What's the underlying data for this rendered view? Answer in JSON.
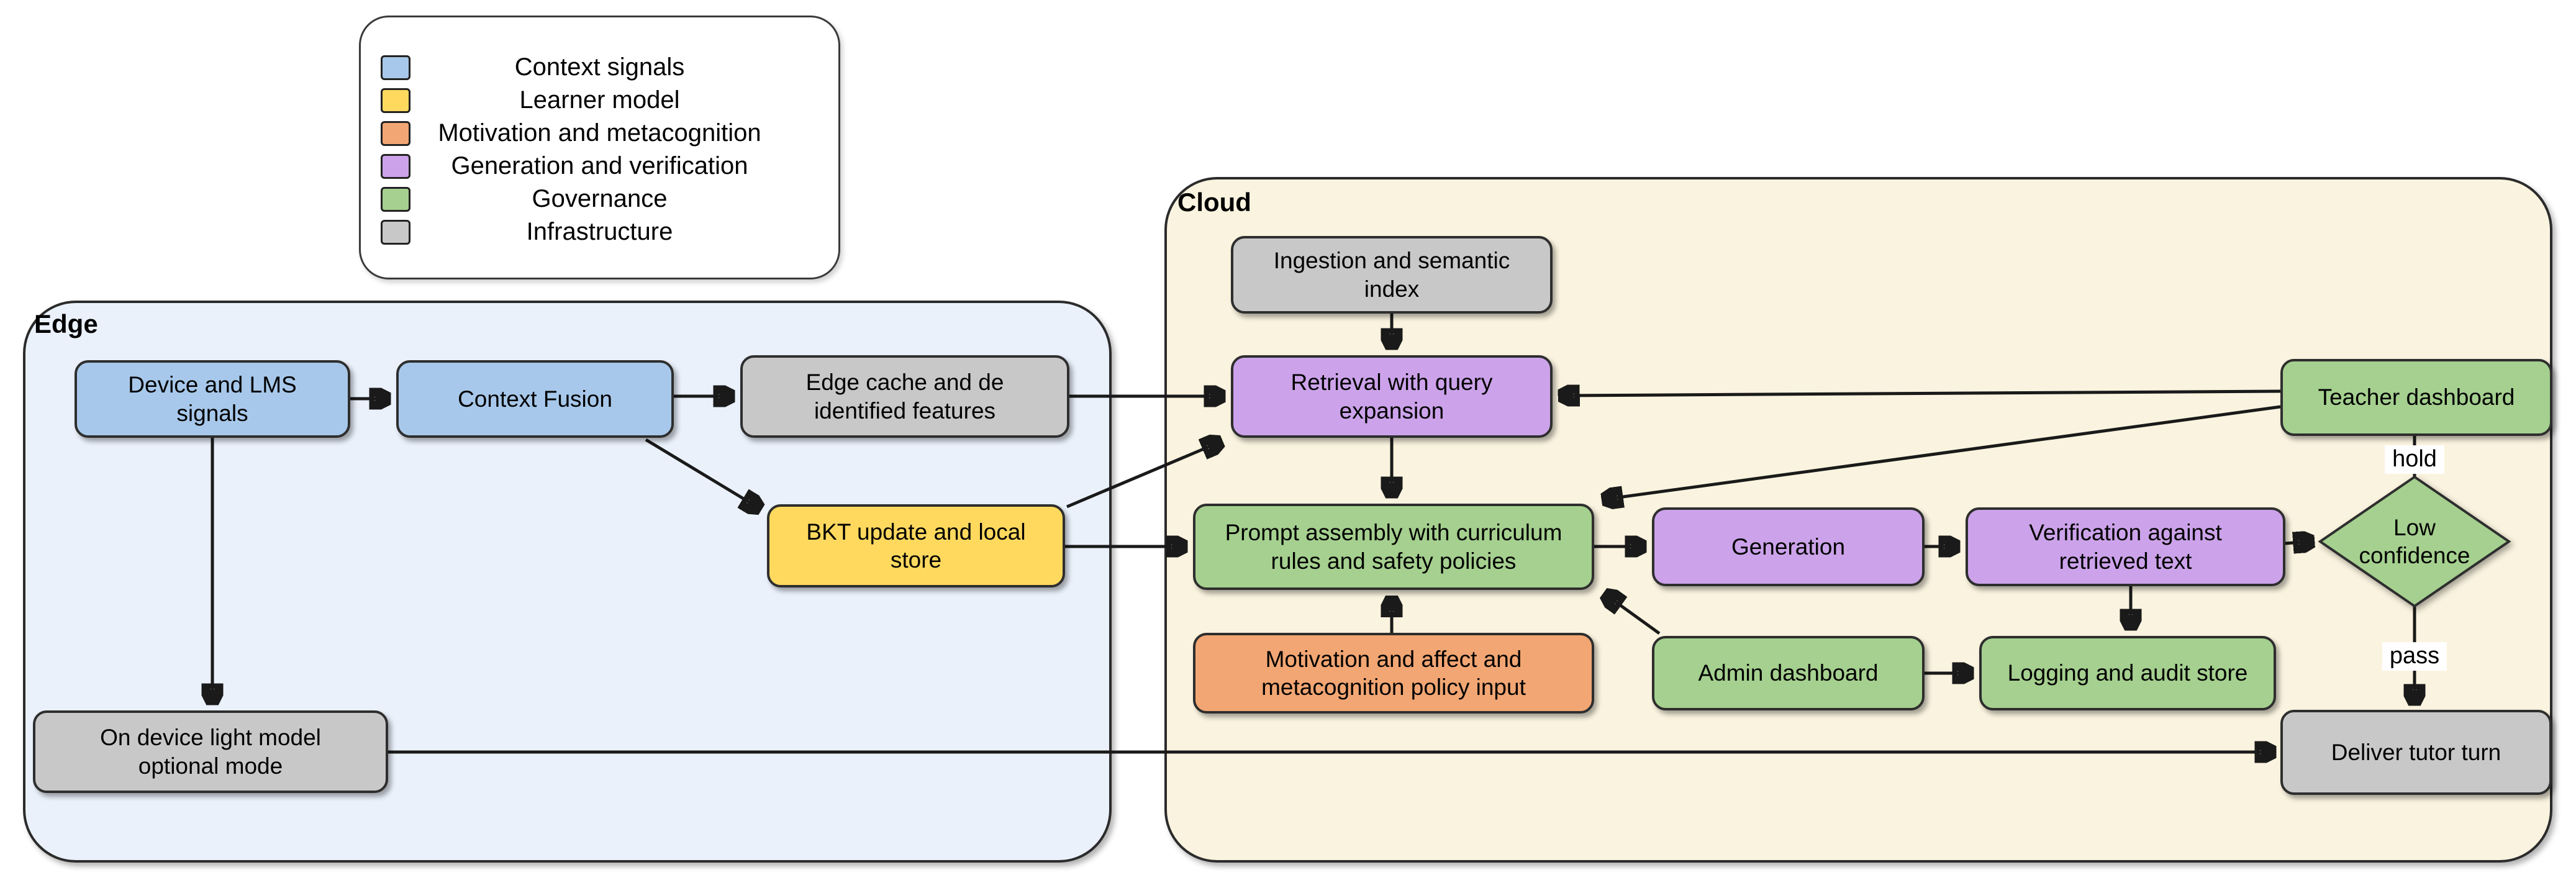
{
  "legend": {
    "items": [
      {
        "label": "Context signals",
        "color": "#A7C8EA"
      },
      {
        "label": "Learner model",
        "color": "#FFD95E"
      },
      {
        "label": "Motivation and metacognition",
        "color": "#F2A673"
      },
      {
        "label": "Generation and verification",
        "color": "#CCA3EA"
      },
      {
        "label": "Governance",
        "color": "#A5D08F"
      },
      {
        "label": "Infrastructure",
        "color": "#C8C8C8"
      }
    ]
  },
  "containers": {
    "edge": {
      "label": "Edge",
      "bg": "#EAF1FB"
    },
    "cloud": {
      "label": "Cloud",
      "bg": "#FAF3DF"
    }
  },
  "nodes": {
    "device_lms": {
      "label": "Device and LMS\nsignals",
      "color": "#A7C8EA"
    },
    "context_fusion": {
      "label": "Context Fusion",
      "color": "#A7C8EA"
    },
    "edge_cache": {
      "label": "Edge cache and de\nidentified features",
      "color": "#C8C8C8"
    },
    "bkt_update": {
      "label": "BKT update and local\nstore",
      "color": "#FFD95E"
    },
    "on_device": {
      "label": "On device light model\noptional mode",
      "color": "#C8C8C8"
    },
    "ingestion": {
      "label": "Ingestion and semantic\nindex",
      "color": "#C8C8C8"
    },
    "retrieval": {
      "label": "Retrieval with query\nexpansion",
      "color": "#CCA3EA"
    },
    "prompt_assembly": {
      "label": "Prompt assembly with curriculum\nrules and safety policies",
      "color": "#A5D08F"
    },
    "motivation_input": {
      "label": "Motivation and affect and\nmetacognition policy input",
      "color": "#F2A673"
    },
    "generation": {
      "label": "Generation",
      "color": "#CCA3EA"
    },
    "admin_dashboard": {
      "label": "Admin dashboard",
      "color": "#A5D08F"
    },
    "verification": {
      "label": "Verification against\nretrieved text",
      "color": "#CCA3EA"
    },
    "logging": {
      "label": "Logging and audit store",
      "color": "#A5D08F"
    },
    "teacher_dashboard": {
      "label": "Teacher dashboard",
      "color": "#A5D08F"
    },
    "low_confidence": {
      "label": "Low\nconfidence",
      "color": "#A5D08F"
    },
    "deliver": {
      "label": "Deliver tutor turn",
      "color": "#C8C8C8"
    }
  },
  "edge_labels": {
    "hold": "hold",
    "pass": "pass"
  }
}
